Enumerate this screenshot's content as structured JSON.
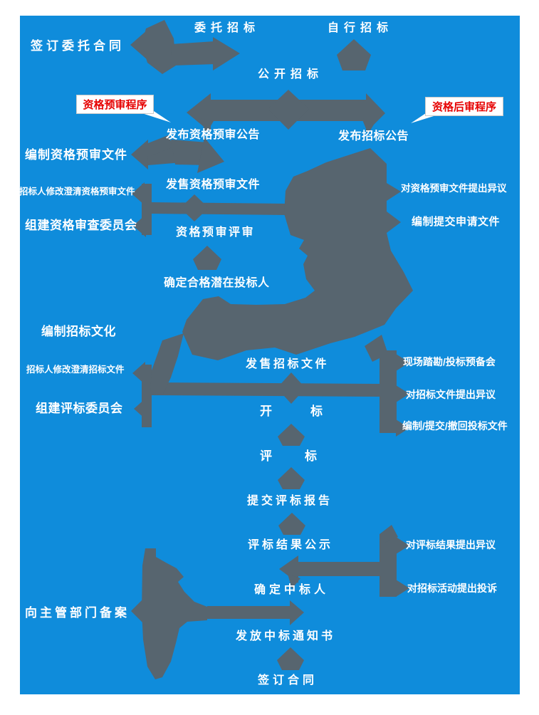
{
  "theme": {
    "panel_bg": "#0f8cdb",
    "arrow_color": "#57656f",
    "label_color": "#fdfeff",
    "callout_bg": "#ffffff",
    "callout_border": "#c9c9c9",
    "callout_text": "#e60000"
  },
  "callouts": [
    {
      "id": "prequalification-procedure",
      "label": "资格预审程序"
    },
    {
      "id": "postqualification-procedure",
      "label": "资格后审程序"
    }
  ],
  "nodes": [
    {
      "id": "sign-entrust-contract",
      "label": "签订委托合同"
    },
    {
      "id": "entrusted-bidding",
      "label": "委托招标"
    },
    {
      "id": "self-bidding",
      "label": "自行招标"
    },
    {
      "id": "public-bidding",
      "label": "公开招标"
    },
    {
      "id": "publish-prequalification-announcement",
      "label": "发布资格预审公告"
    },
    {
      "id": "publish-tender-announcement",
      "label": "发布招标公告"
    },
    {
      "id": "prepare-prequalification-documents",
      "label": "编制资格预审文件"
    },
    {
      "id": "bidder-modify-clarify-prequalification-documents",
      "label": "招标人修改澄清资格预审文件"
    },
    {
      "id": "sell-prequalification-documents",
      "label": "发售资格预审文件"
    },
    {
      "id": "objection-to-prequalification-documents",
      "label": "对资格预审文件提出异议"
    },
    {
      "id": "form-qualification-review-committee",
      "label": "组建资格审查委员会"
    },
    {
      "id": "prequalification-review",
      "label": "资格预审评审"
    },
    {
      "id": "prepare-submit-application-documents",
      "label": "编制提交申请文件"
    },
    {
      "id": "determine-qualified-potential-bidders",
      "label": "确定合格潜在投标人"
    },
    {
      "id": "prepare-tender-documents",
      "label": "编制招标文化"
    },
    {
      "id": "sell-tender-documents",
      "label": "发售招标文件"
    },
    {
      "id": "site-survey-pre-bid-meeting",
      "label": "现场踏勘/投标预备会"
    },
    {
      "id": "bidder-modify-clarify-tender-documents",
      "label": "招标人修改澄清招标文件"
    },
    {
      "id": "objection-to-tender-documents",
      "label": "对招标文件提出异议"
    },
    {
      "id": "form-bid-evaluation-committee",
      "label": "组建评标委员会"
    },
    {
      "id": "bid-opening",
      "label": "开标"
    },
    {
      "id": "prepare-submit-withdraw-bid-documents",
      "label": "编制/提交/撤回投标文件"
    },
    {
      "id": "bid-evaluation",
      "label": "评标"
    },
    {
      "id": "submit-evaluation-report",
      "label": "提交评标报告"
    },
    {
      "id": "publicize-evaluation-results",
      "label": "评标结果公示"
    },
    {
      "id": "objection-to-evaluation-results",
      "label": "对评标结果提出异议"
    },
    {
      "id": "determine-winning-bidder",
      "label": "确定中标人"
    },
    {
      "id": "complaint-about-bidding-activities",
      "label": "对招标活动提出投诉"
    },
    {
      "id": "file-with-authority",
      "label": "向主管部门备案"
    },
    {
      "id": "issue-winning-notice",
      "label": "发放中标通知书"
    },
    {
      "id": "sign-contract",
      "label": "签订合同"
    }
  ]
}
